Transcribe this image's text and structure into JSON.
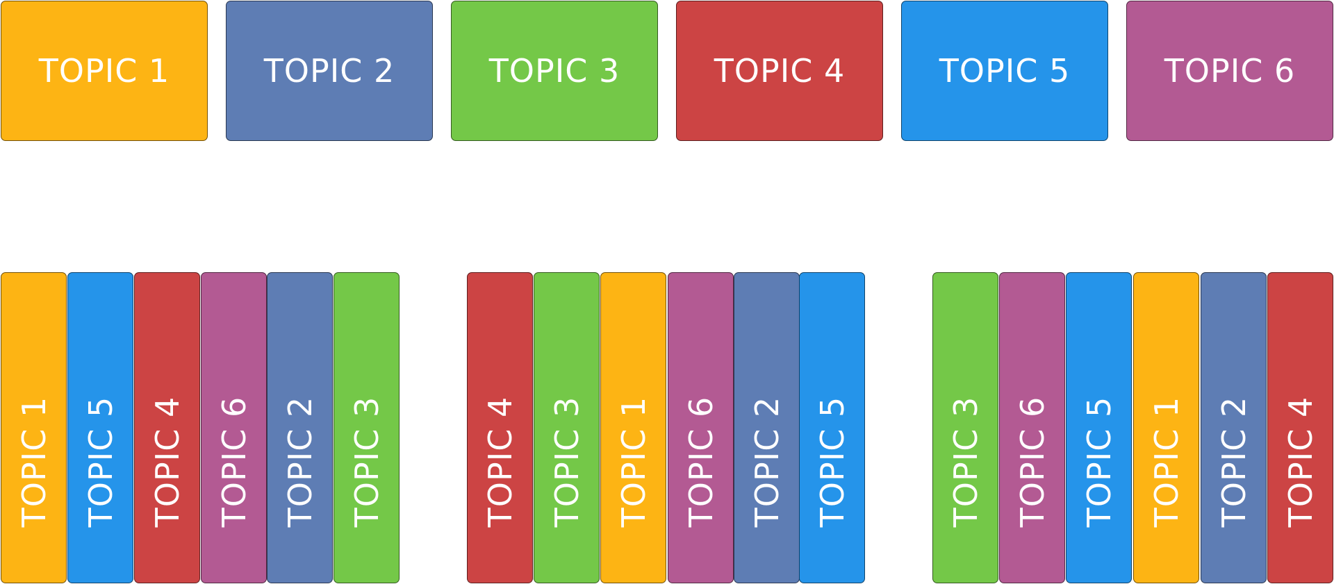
{
  "colors": {
    "topic_1": "#FDB414",
    "topic_2": "#5E7DB4",
    "topic_3": "#74C848",
    "topic_4": "#CC4444",
    "topic_5": "#2594EA",
    "topic_6": "#B35A93"
  },
  "topics": [
    {
      "label": "TOPIC 1",
      "color_key": "topic_1"
    },
    {
      "label": "TOPIC 2",
      "color_key": "topic_2"
    },
    {
      "label": "TOPIC 3",
      "color_key": "topic_3"
    },
    {
      "label": "TOPIC 4",
      "color_key": "topic_4"
    },
    {
      "label": "TOPIC 5",
      "color_key": "topic_5"
    },
    {
      "label": "TOPIC 6",
      "color_key": "topic_6"
    }
  ],
  "groups": [
    {
      "items": [
        {
          "label": "TOPIC 1",
          "color_key": "topic_1"
        },
        {
          "label": "TOPIC 5",
          "color_key": "topic_5"
        },
        {
          "label": "TOPIC 4",
          "color_key": "topic_4"
        },
        {
          "label": "TOPIC 6",
          "color_key": "topic_6"
        },
        {
          "label": "TOPIC 2",
          "color_key": "topic_2"
        },
        {
          "label": "TOPIC 3",
          "color_key": "topic_3"
        }
      ]
    },
    {
      "items": [
        {
          "label": "TOPIC 4",
          "color_key": "topic_4"
        },
        {
          "label": "TOPIC 3",
          "color_key": "topic_3"
        },
        {
          "label": "TOPIC 1",
          "color_key": "topic_1"
        },
        {
          "label": "TOPIC 6",
          "color_key": "topic_6"
        },
        {
          "label": "TOPIC 2",
          "color_key": "topic_2"
        },
        {
          "label": "TOPIC 5",
          "color_key": "topic_5"
        }
      ]
    },
    {
      "items": [
        {
          "label": "TOPIC 3",
          "color_key": "topic_3"
        },
        {
          "label": "TOPIC 6",
          "color_key": "topic_6"
        },
        {
          "label": "TOPIC 5",
          "color_key": "topic_5"
        },
        {
          "label": "TOPIC 1",
          "color_key": "topic_1"
        },
        {
          "label": "TOPIC 2",
          "color_key": "topic_2"
        },
        {
          "label": "TOPIC 4",
          "color_key": "topic_4"
        }
      ]
    }
  ]
}
